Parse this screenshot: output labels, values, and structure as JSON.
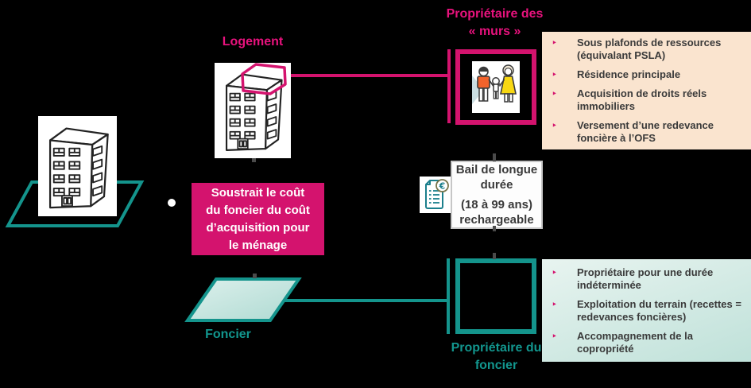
{
  "labels": {
    "logement": "Logement",
    "foncier": "Foncier",
    "murs_owner_line1": "Propriétaire des",
    "murs_owner_line2": "« murs »",
    "foncier_owner_line1": "Propriétaire du",
    "foncier_owner_line2": "foncier"
  },
  "soustrait_box": {
    "lines": [
      "Soustrait le coût",
      "du foncier du coût",
      "d’acquisition pour",
      "le ménage"
    ]
  },
  "bail_box": {
    "lines": [
      "Bail de longue",
      "durée",
      "(18 à 99 ans)",
      "rechargeable"
    ]
  },
  "murs_panel": {
    "items": [
      [
        "Sous plafonds de ressources",
        "(équivalant PSLA)"
      ],
      [
        "Résidence principale"
      ],
      [
        "Acquisition de droits réels",
        "immobiliers"
      ],
      [
        "Versement d’une redevance",
        "foncière à l’OFS"
      ]
    ]
  },
  "foncier_panel": {
    "items": [
      [
        "Propriétaire pour une durée",
        "indéterminée"
      ],
      [
        "Exploitation du terrain (recettes =",
        "redevances foncières)"
      ],
      [
        "Accompagnement de la",
        "copropriété"
      ]
    ]
  },
  "icons": {
    "building": "building-icon",
    "family": "family-icon",
    "lease_contract": "contract-euro-icon",
    "land": "land-parallelogram-icon",
    "bullet": "chevron-bullet-icon"
  },
  "colors": {
    "background": "#000000",
    "pink": "#D4136E",
    "pink_title": "#E8127D",
    "teal": "#14948C",
    "peach_panel": "#FAE4CF",
    "green_panel_top": "#E8F4F0",
    "green_panel_bottom": "#BFE1D9",
    "text": "#3A3A3A",
    "bullet": "#D4136E"
  }
}
